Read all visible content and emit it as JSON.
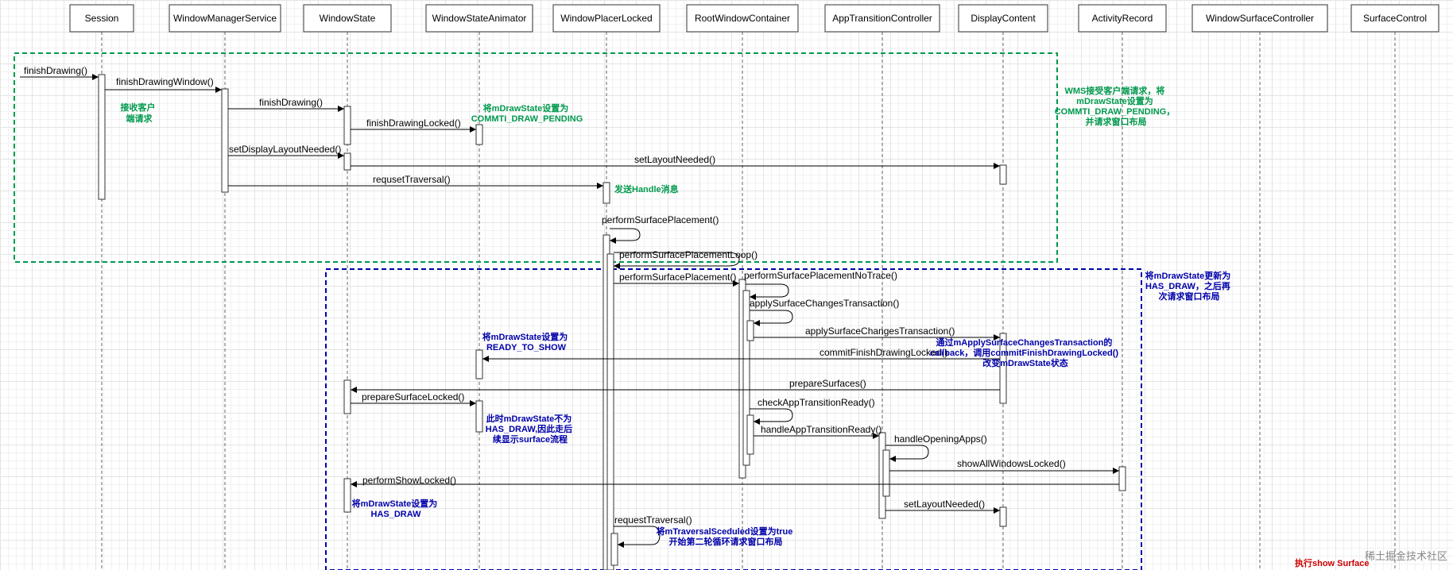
{
  "participants": [
    {
      "id": "session",
      "label": "Session"
    },
    {
      "id": "wms",
      "label": "WindowManagerService"
    },
    {
      "id": "ws",
      "label": "WindowState"
    },
    {
      "id": "wsa",
      "label": "WindowStateAnimator"
    },
    {
      "id": "wpl",
      "label": "WindowPlacerLocked"
    },
    {
      "id": "rwc",
      "label": "RootWindowContainer"
    },
    {
      "id": "atc",
      "label": "AppTransitionController"
    },
    {
      "id": "dc",
      "label": "DisplayContent"
    },
    {
      "id": "ar",
      "label": "ActivityRecord"
    },
    {
      "id": "wsc",
      "label": "WindowSurfaceController"
    },
    {
      "id": "sc",
      "label": "SurfaceControl"
    }
  ],
  "messages": [
    {
      "from": "left",
      "to": "session",
      "label": "finishDrawing()"
    },
    {
      "from": "session",
      "to": "wms",
      "label": "finishDrawingWindow()"
    },
    {
      "from": "wms",
      "to": "ws",
      "label": "finishDrawing()"
    },
    {
      "from": "ws",
      "to": "wsa",
      "label": "finishDrawingLocked()"
    },
    {
      "from": "wms",
      "to": "ws",
      "label": "setDisplayLayoutNeeded()"
    },
    {
      "from": "ws",
      "to": "dc",
      "label": "setLayoutNeeded()"
    },
    {
      "from": "wms",
      "to": "wpl",
      "label": "requsetTraversal()"
    },
    {
      "from": "wpl",
      "to": "wpl",
      "label": "performSurfacePlacement()"
    },
    {
      "from": "wpl",
      "to": "wpl",
      "label": "performSurfacePlacementLoop()"
    },
    {
      "from": "wpl",
      "to": "rwc",
      "label": "performSurfacePlacement()"
    },
    {
      "from": "rwc",
      "to": "rwc",
      "label": "performSurfacePlacementNoTrace()"
    },
    {
      "from": "rwc",
      "to": "rwc",
      "label": "applySurfaceChangesTransaction()"
    },
    {
      "from": "rwc",
      "to": "dc",
      "label": "applySurfaceChangesTransaction()"
    },
    {
      "from": "dc",
      "to": "wsa",
      "label": "commitFinishDrawingLocked()"
    },
    {
      "from": "dc",
      "to": "ws",
      "label": "prepareSurfaces()"
    },
    {
      "from": "ws",
      "to": "wsa",
      "label": "prepareSurfaceLocked()"
    },
    {
      "from": "rwc",
      "to": "rwc",
      "label": "checkAppTransitionReady()"
    },
    {
      "from": "rwc",
      "to": "atc",
      "label": "handleAppTransitionReady()"
    },
    {
      "from": "atc",
      "to": "atc",
      "label": "handleOpeningApps()"
    },
    {
      "from": "atc",
      "to": "ar",
      "label": "showAllWindowsLocked()"
    },
    {
      "from": "ar",
      "to": "ws",
      "label": "performShowLocked()"
    },
    {
      "from": "atc",
      "to": "dc",
      "label": "setLayoutNeeded()"
    },
    {
      "from": "wpl",
      "to": "wpl",
      "label": "requestTraversal()"
    }
  ],
  "notes": {
    "receive_request": [
      "接收客户",
      "端请求"
    ],
    "commit_pending": [
      "将mDrawState设置为",
      "COMMTI_DRAW_PENDING"
    ],
    "send_handle": [
      "发送Handle消息"
    ],
    "wms_summary": [
      "WMS接受客户端请求，将",
      "mDrawState设置为",
      "COMMTI_DRAW_PENDING，",
      "并请求窗口布局"
    ],
    "has_draw_summary": [
      "将mDrawState更新为",
      "HAS_DRAW，之后再",
      "次请求窗口布局"
    ],
    "ready_to_show": [
      "将mDrawState设置为",
      "READY_TO_SHOW"
    ],
    "callback": [
      "通过mApplySurfaceChangesTransaction的",
      "callback，调用commitFinishDrawingLocked()",
      "改变mDrawState状态"
    ],
    "not_has_draw": [
      "此时mDrawState不为",
      "HAS_DRAW,因此走后",
      "续显示surface流程"
    ],
    "set_has_draw": [
      "将mDrawState设置为",
      "HAS_DRAW"
    ],
    "second_loop": [
      "将mTraversalSceduled设置为true",
      "开始第二轮循环请求窗口布局"
    ],
    "show_surface": [
      "执行show Surface"
    ]
  },
  "watermark": "稀土掘金技术社区",
  "colors": {
    "green": "#00994d",
    "blue": "#0000aa",
    "red": "#cc0000"
  }
}
